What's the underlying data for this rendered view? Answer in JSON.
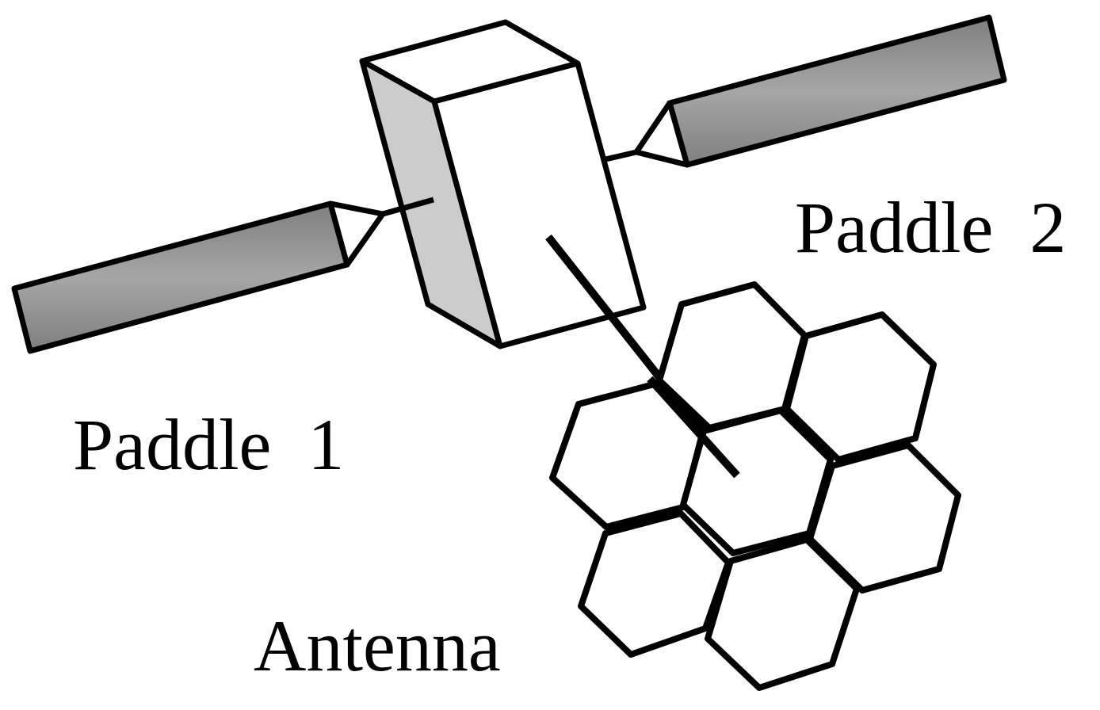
{
  "labels": {
    "paddle_1": "Paddle  1",
    "paddle_2": "Paddle  2",
    "antenna": "Antenna"
  },
  "colors": {
    "outline": "#000000",
    "body_front": "#ffffff",
    "body_side": "#cccccc",
    "paddle_gradient_mid": "#a6a6a6",
    "paddle_gradient_edge": "#7f7f7f",
    "antenna_hex_fill": "#ffffff"
  },
  "icons": {
    "satellite_body": "satellite-body-icon",
    "solar_paddle": "solar-paddle-icon",
    "antenna_hexagon": "hexagon-icon"
  }
}
